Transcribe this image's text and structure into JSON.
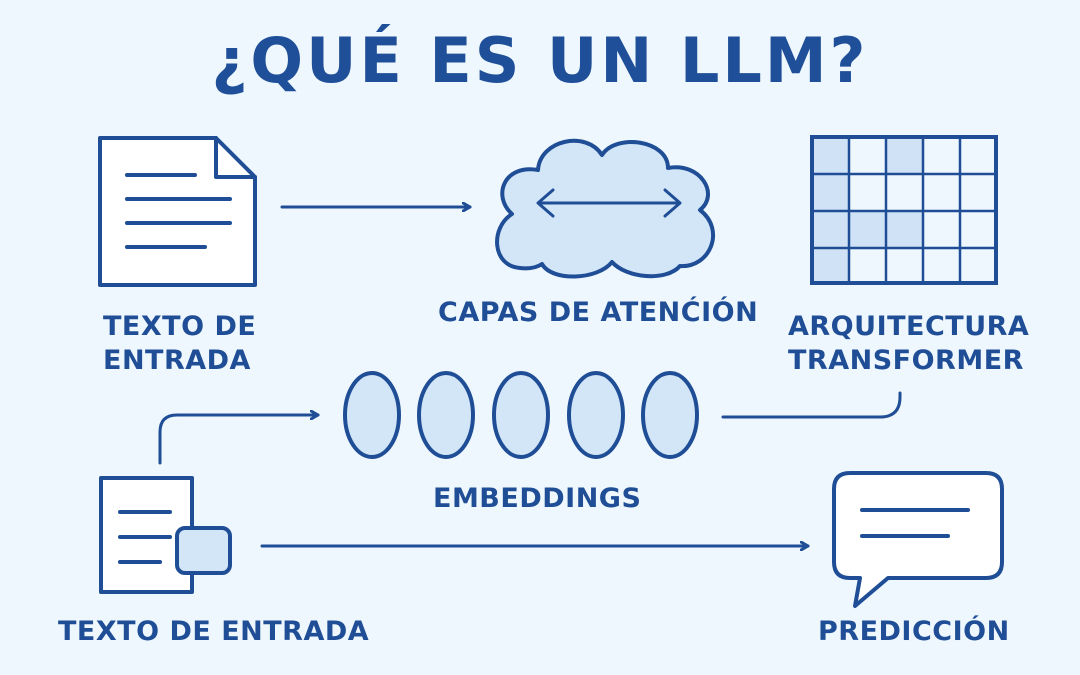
{
  "title": "¿QUÉ ES UN LLM?",
  "nodes": {
    "input_text_top": {
      "line1": "TEXTO DE",
      "line2": "ENTRADA"
    },
    "attention_layers": {
      "label": "CAPAS DE ATENĆIÓN"
    },
    "transformer": {
      "line1": "ARQUITECTURA",
      "line2": "TRANSFORMER"
    },
    "embeddings": {
      "label": "EMBEDDINGS"
    },
    "input_text_bottom": {
      "label": "TEXTO DE ENTRADA"
    },
    "prediction": {
      "label": "PREDICCIÓN"
    }
  },
  "icons": {
    "input_text_top": "document-icon",
    "attention_layers": "cloud-icon",
    "transformer": "grid-icon",
    "embeddings": "ellipse-vector-icon",
    "input_text_bottom": "document-with-tag-icon",
    "prediction": "speech-bubble-icon"
  },
  "colors": {
    "stroke": "#1f4e96",
    "fill_light": "#d3e6f8",
    "background": "#eef7fd",
    "title": "#1f4f98"
  }
}
